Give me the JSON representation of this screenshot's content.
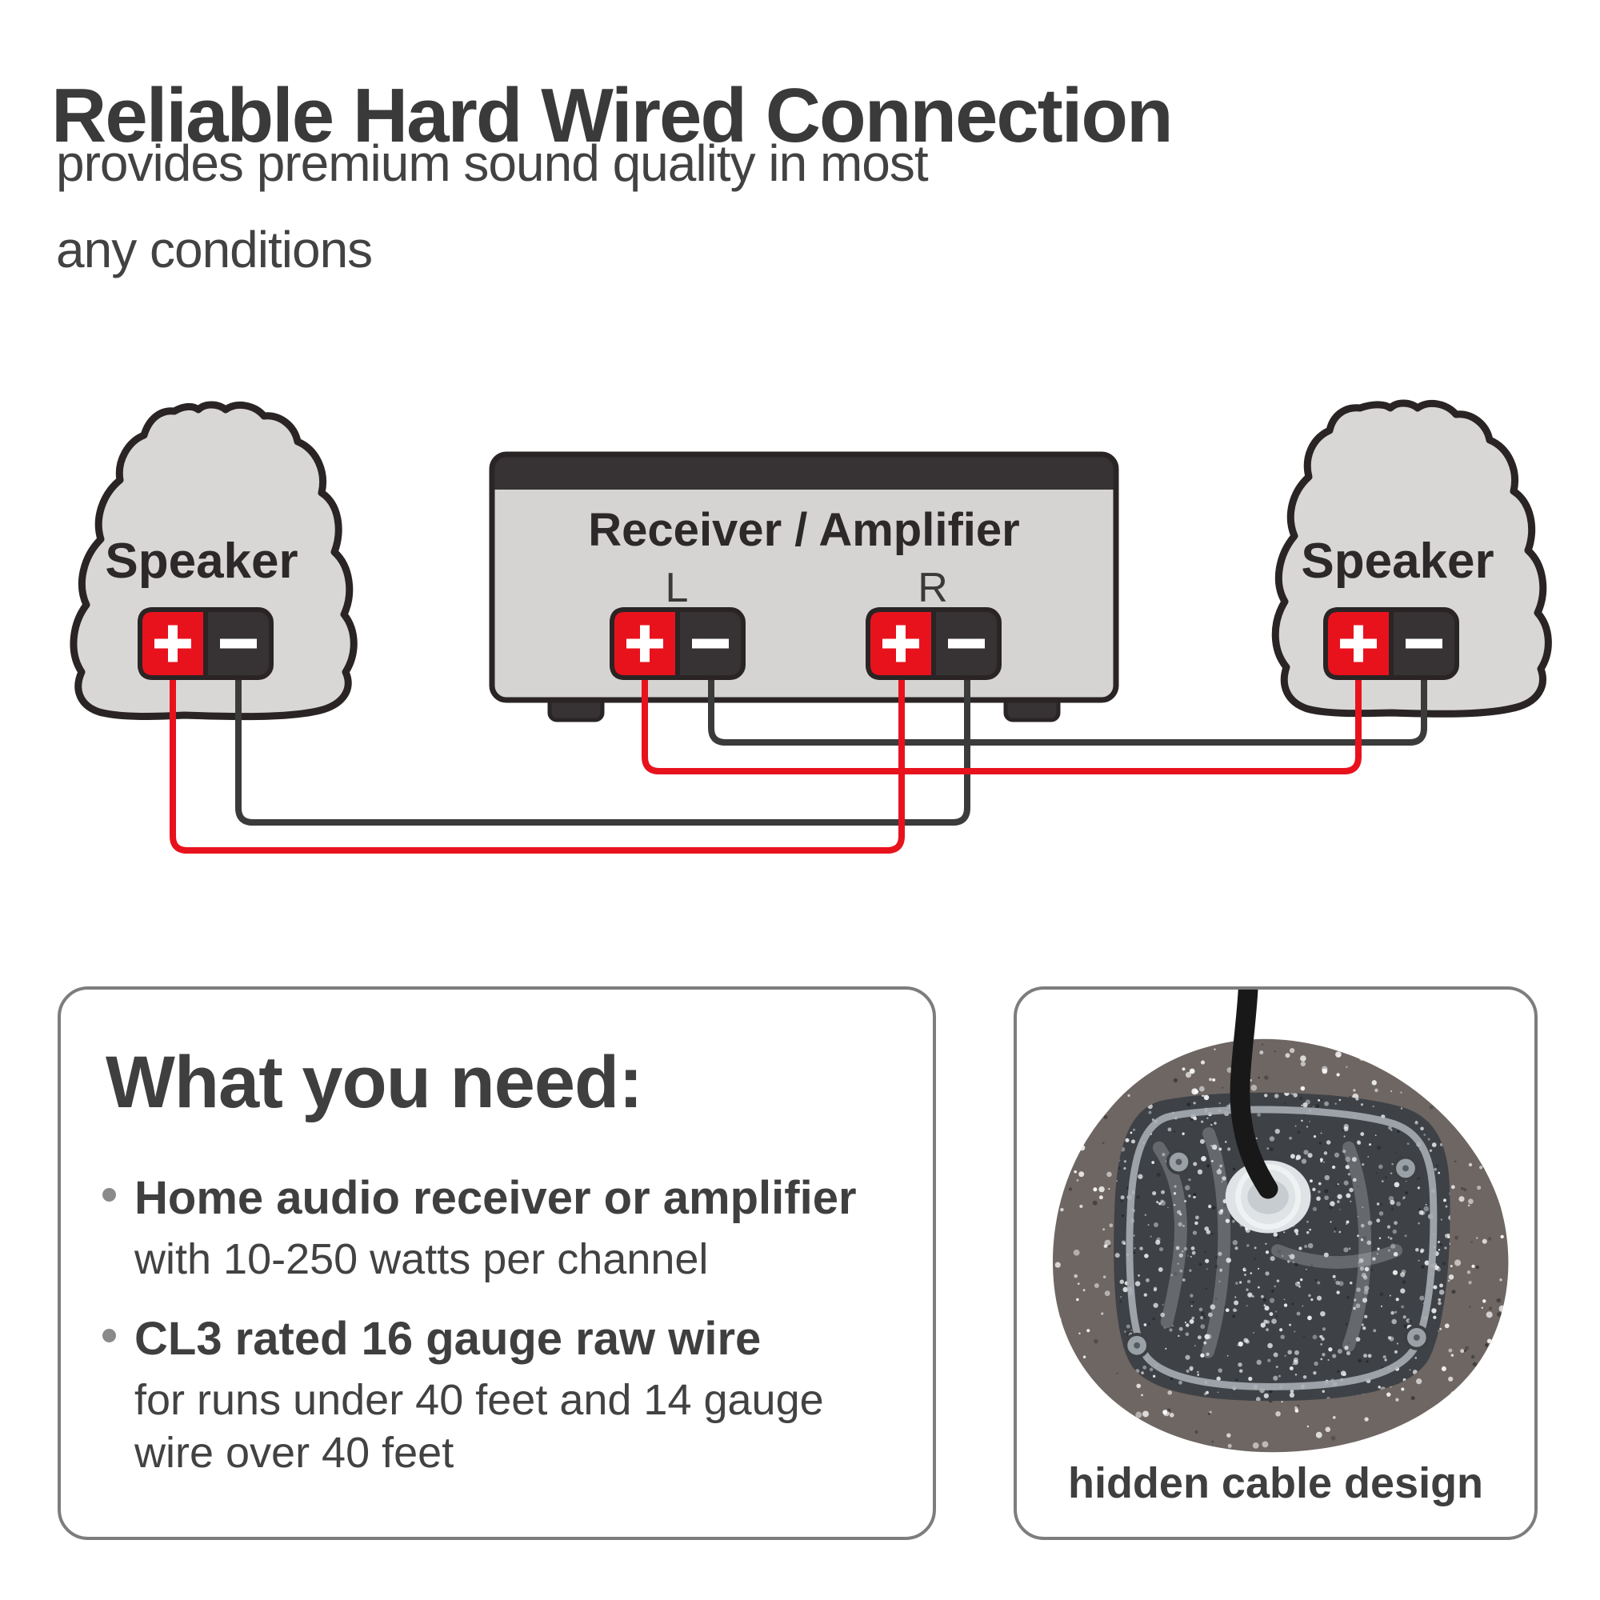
{
  "header": {
    "title": "Reliable Hard Wired Connection",
    "subtitle_line1": "provides premium sound quality in most",
    "subtitle_line2": "any conditions"
  },
  "diagram": {
    "left_speaker": {
      "label": "Speaker"
    },
    "right_speaker": {
      "label": "Speaker"
    },
    "receiver": {
      "label": "Receiver / Amplifier",
      "left_channel": "L",
      "right_channel": "R"
    },
    "terminal": {
      "positive_symbol": "+",
      "negative_symbol": "−"
    }
  },
  "what_you_need": {
    "heading": "What you need:",
    "items": [
      {
        "title": "Home audio receiver or amplifier",
        "details": [
          "with 10-250 watts per channel"
        ]
      },
      {
        "title": "CL3 rated 16 gauge raw wire",
        "details": [
          "for runs under 40 feet and 14 gauge",
          "wire over 40 feet"
        ]
      }
    ]
  },
  "hidden_cable": {
    "caption": "hidden cable design"
  },
  "colors": {
    "title_ink": "#3a3a3a",
    "subtitle_ink": "#424242",
    "heading_ink": "#3f3f3f",
    "diagram_ink": "#2d2829",
    "outline": "#2a2425",
    "rock_fill": "#d8d7d5",
    "receiver_fill": "#d5d4d2",
    "panel_dark": "#373334",
    "terminal_red": "#e8121d",
    "terminal_dark": "#373334",
    "wire_red": "#e8121d",
    "wire_dark": "#3b3b3b",
    "card_border": "#7d7d7d",
    "bullet_dot": "#8a8a8a",
    "photo_rock": "#6e6662",
    "photo_plate": "#3e4247"
  }
}
